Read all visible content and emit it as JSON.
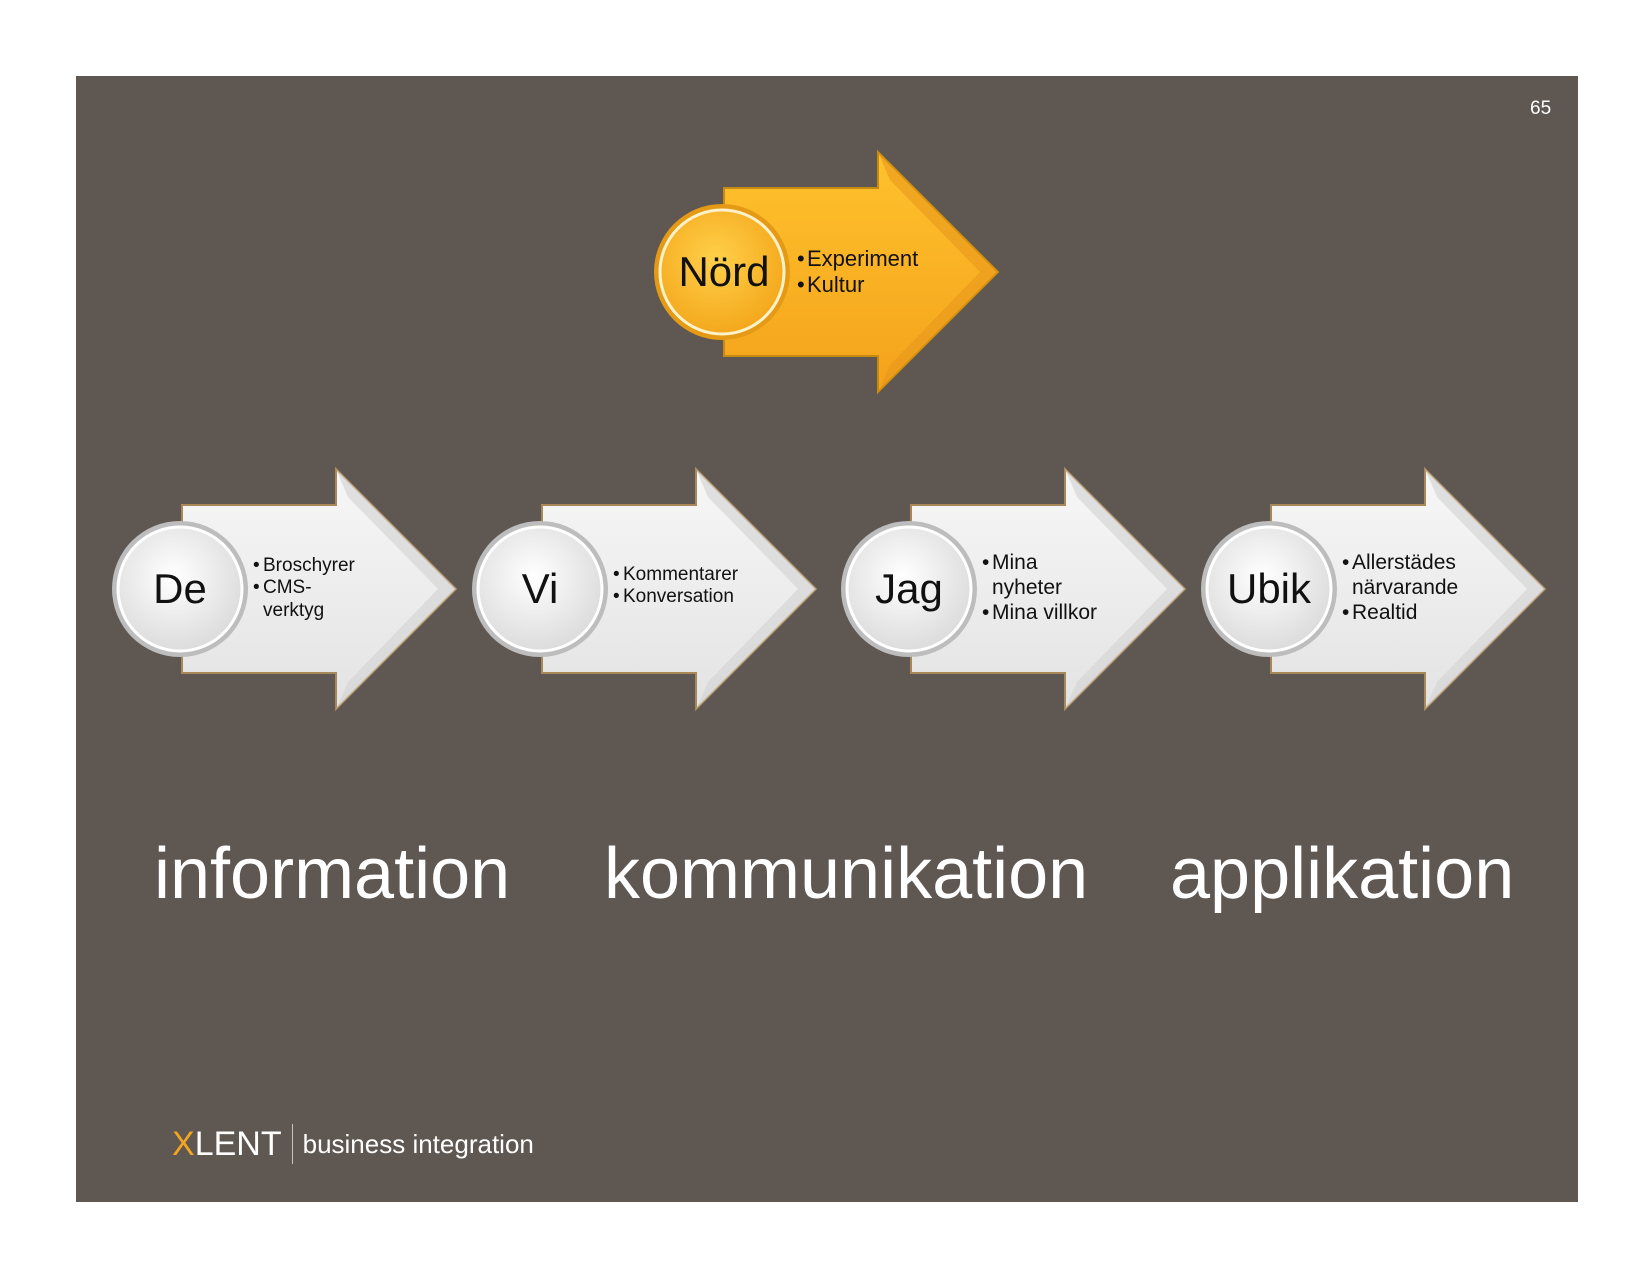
{
  "page_number": "65",
  "top_stage": {
    "label": "Nörd",
    "bullets": [
      "Experiment",
      "Kultur"
    ],
    "colors": {
      "fill": "#fbb020",
      "stroke": "#c58a10",
      "circle": "#fcb721"
    }
  },
  "stages": [
    {
      "label": "De",
      "bullets": [
        "Broschyrer",
        "CMS-\nverktyg"
      ]
    },
    {
      "label": "Vi",
      "bullets": [
        "Kommentarer",
        "Konversation"
      ]
    },
    {
      "label": "Jag",
      "bullets": [
        "Mina\nnyheter",
        "Mina villkor"
      ]
    },
    {
      "label": "Ubik",
      "bullets": [
        "Allerstädes\nnärvarande",
        "Realtid"
      ]
    }
  ],
  "categories": [
    "information",
    "kommunikation",
    "applikation"
  ],
  "logo": {
    "mark_x": "X",
    "mark_rest": "LENT",
    "tagline": "business integration"
  },
  "colors": {
    "slide_bg": "#5f5752",
    "arrow_fill": "#f2f2f2",
    "arrow_stroke": "#b0895a",
    "accent": "#f2a51f"
  }
}
